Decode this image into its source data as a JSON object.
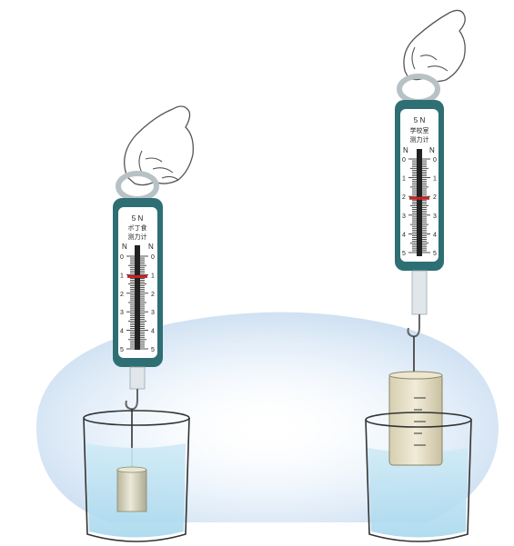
{
  "left_scale": {
    "range_label": "5 N",
    "name_line1": "ボ丁食",
    "name_line2": "测力计",
    "unit_left": "N",
    "unit_right": "N",
    "ticks": [
      "0",
      "1",
      "2",
      "3",
      "4",
      "5"
    ],
    "reading_newtons": 1.1
  },
  "right_scale": {
    "range_label": "5 N",
    "name_line1": "学校室",
    "name_line2": "测力计",
    "unit_left": "N",
    "unit_right": "N",
    "ticks": [
      "0",
      "1",
      "2",
      "3",
      "4",
      "5"
    ],
    "reading_newtons": 2.1
  },
  "colors": {
    "scale_frame": "#2e6f74",
    "scale_face": "#ffffff",
    "pointer": "#cc2222",
    "water": "#bfe3f3",
    "halo": "#dbe9f7",
    "metal_cylinder": "#d8d4bc",
    "hand_outline": "#555555"
  },
  "icons": [
    "hand-icon",
    "spring-scale-icon",
    "beaker-icon",
    "hook-icon"
  ]
}
